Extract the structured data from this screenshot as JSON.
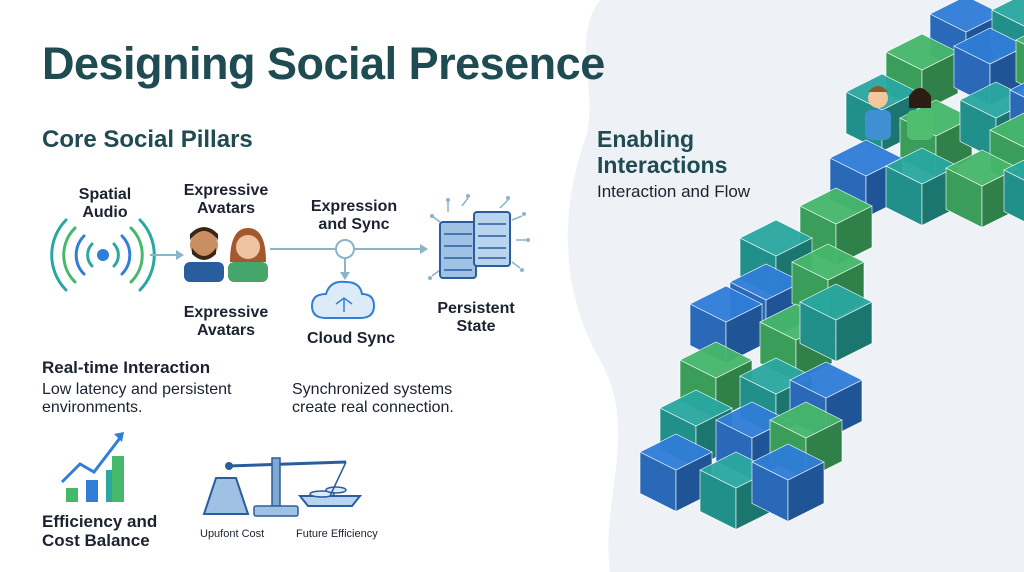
{
  "slide": {
    "title": "Designing Social Presence",
    "left": {
      "section_title": "Core Social Pillars",
      "flow": {
        "spatial_audio": "Spatial Audio",
        "avatars_top": "Expressive Avatars",
        "avatars_bottom": "Expressive Avatars",
        "expression_sync": "Expression and Sync",
        "cloud_sync": "Cloud Sync",
        "persistent_state": "Persistent State"
      },
      "realtime": {
        "title": "Real-time Interaction",
        "text": "Low latency and persistent environments."
      },
      "sync_text": "Synchronized systems create real connection.",
      "efficiency": {
        "title": "Efficiency and Cost Balance",
        "upfront": "Upufont Cost",
        "future": "Future Efficiency"
      }
    },
    "right": {
      "title": "Enabling Interactions",
      "subtitle": "Interaction and Flow"
    }
  },
  "colors": {
    "title": "#1f4b52",
    "blue": "#2f7ed8",
    "green": "#46b86a",
    "teal": "#2aa8a0",
    "arrow": "#8ab4c8"
  },
  "icons": [
    "sound-waves-icon",
    "avatar-man-icon",
    "avatar-woman-icon",
    "server-rack-icon",
    "cloud-icon",
    "growth-chart-icon",
    "balance-scale-icon",
    "cube-icon"
  ]
}
